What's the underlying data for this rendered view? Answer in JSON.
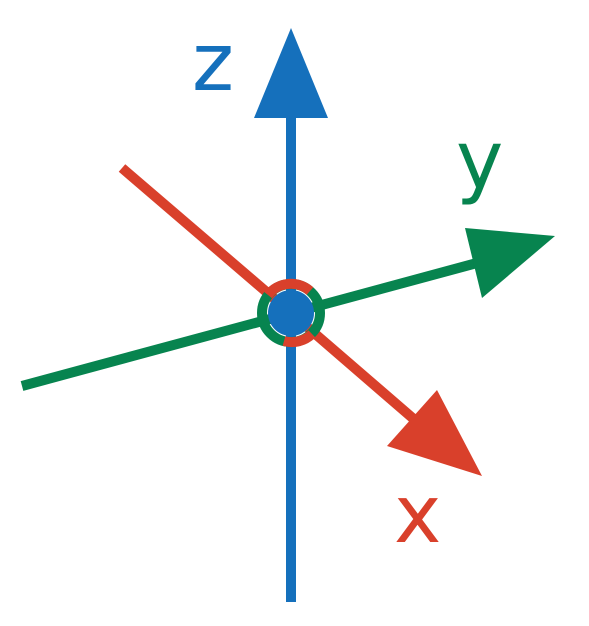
{
  "axes": {
    "x": {
      "label": "x",
      "color": "#D9402B"
    },
    "y": {
      "label": "y",
      "color": "#07844F"
    },
    "z": {
      "label": "z",
      "color": "#1570BC"
    }
  },
  "origin": {
    "fill": "#1570BC",
    "ring_colors": [
      "#D9402B",
      "#07844F"
    ]
  },
  "background": "#FFFFFF"
}
